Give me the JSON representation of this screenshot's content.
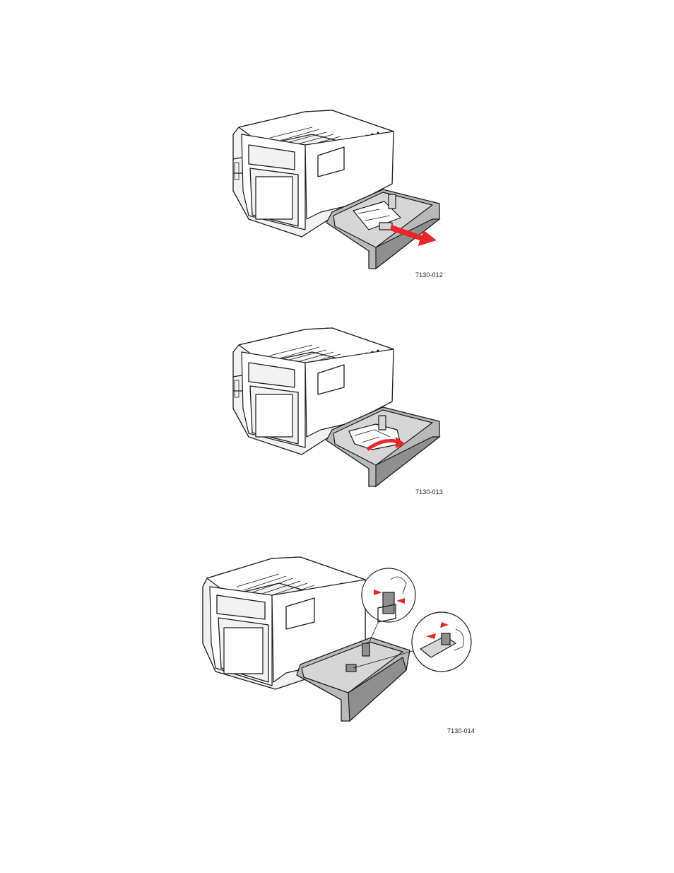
{
  "figures": [
    {
      "id": "fig1",
      "caption": "7130-012",
      "action": "pull-paper-out-arrow"
    },
    {
      "id": "fig2",
      "caption": "7130-013",
      "action": "remove-crumpled-paper-arrow"
    },
    {
      "id": "fig3",
      "caption": "7130-014",
      "action": "adjust-paper-guides-callouts"
    }
  ],
  "colors": {
    "arrow": "#e8262b",
    "tray": "#b9b9b9",
    "printer_body": "#f2f2f2",
    "outline": "#1a1a1a"
  }
}
